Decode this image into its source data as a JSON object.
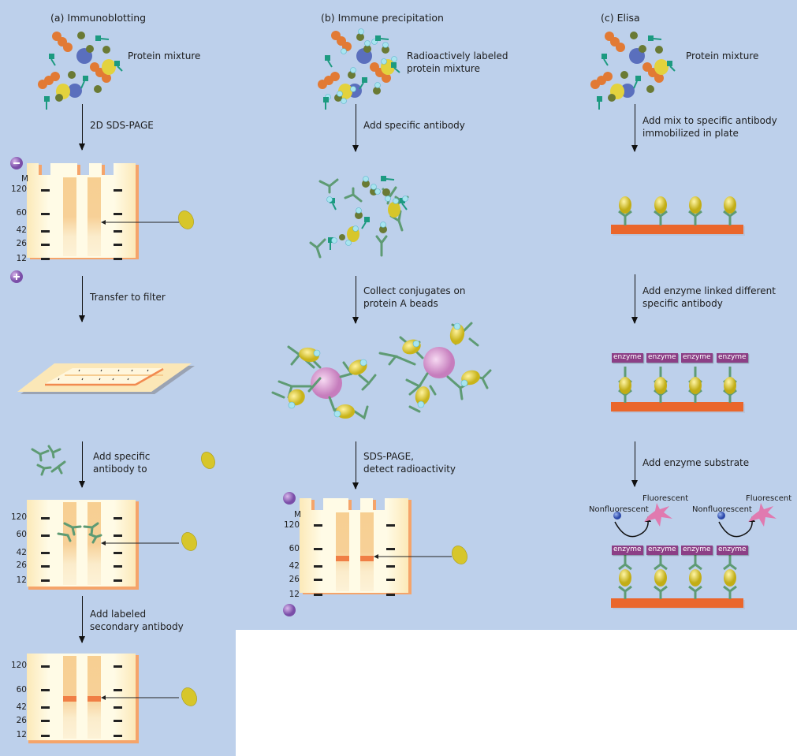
{
  "panels": {
    "a": {
      "title": "(a) Immunoblotting",
      "mixture_label": "Protein mixture",
      "step1": "2D SDS-PAGE",
      "step2": "Transfer to filter",
      "step3_line1": "Add specific",
      "step3_line2": "antibody to",
      "step4_line1": "Add labeled",
      "step4_line2": "secondary antibody",
      "electrode_neg": "−",
      "electrode_pos": "+"
    },
    "b": {
      "title": "(b) Immune precipitation",
      "mixture_line1": "Radioactively labeled",
      "mixture_line2": "protein mixture",
      "step1": "Add specific antibody",
      "step2_line1": "Collect conjugates on",
      "step2_line2": "protein A beads",
      "step3_line1": "SDS-PAGE,",
      "step3_line2": "detect radioactivity"
    },
    "c": {
      "title": "(c) Elisa",
      "mixture_label": "Protein mixture",
      "step1_line1": "Add mix to specific antibody",
      "step1_line2": "immobilized in plate",
      "step2_line1": "Add enzyme linked different",
      "step2_line2": "specific antibody",
      "step3": "Add enzyme substrate",
      "enzyme_label": "enzyme",
      "nonfluorescent": "Nonfluorescent",
      "fluorescent": "Fluorescent"
    }
  },
  "gel": {
    "marker_header": "M",
    "markers": [
      "120",
      "60",
      "42",
      "26",
      "12"
    ]
  },
  "colors": {
    "background": "#bdd0eb",
    "gel_body": "#fdf3d2",
    "gel_border": "#f5a46a",
    "lane": "#f7d093",
    "band": "#f07e45",
    "antibody": "#5e9b74",
    "antigen": "#d7c62a",
    "plate": "#ea662b",
    "enzyme": "#8c3f86",
    "bead": "#c97dc0"
  }
}
